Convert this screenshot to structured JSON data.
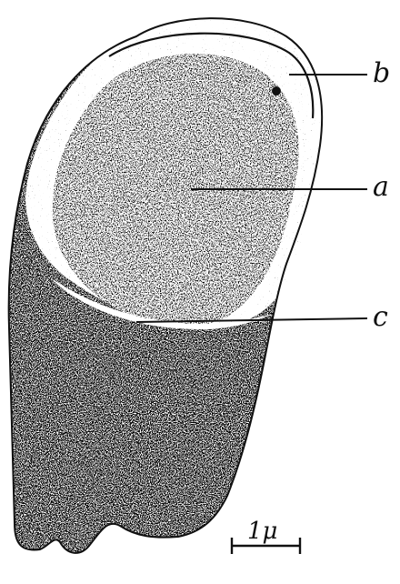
{
  "figure": {
    "labels": {
      "b": "b",
      "a": "a",
      "c": "c"
    },
    "scale_bar": {
      "label": "1μ"
    },
    "colors": {
      "ink": "#111111",
      "paper": "#ffffff"
    }
  }
}
